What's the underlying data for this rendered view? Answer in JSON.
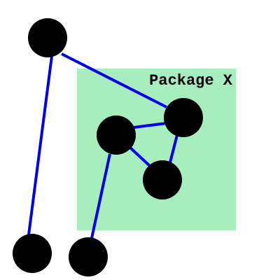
{
  "package": {
    "label": "Package X"
  },
  "nodes": [
    {
      "id": "A",
      "in_package": false
    },
    {
      "id": "B",
      "in_package": true
    },
    {
      "id": "C",
      "in_package": true
    },
    {
      "id": "D",
      "in_package": true
    },
    {
      "id": "E",
      "in_package": false
    },
    {
      "id": "F",
      "in_package": false
    }
  ],
  "edges": [
    {
      "from": "A",
      "to": "B"
    },
    {
      "from": "A",
      "to": "E"
    },
    {
      "from": "C",
      "to": "B"
    },
    {
      "from": "C",
      "to": "D"
    },
    {
      "from": "B",
      "to": "D"
    },
    {
      "from": "C",
      "to": "F"
    }
  ],
  "colors": {
    "package_fill": "#a6eebe",
    "edge": "#0000ee",
    "node": "#000000"
  }
}
